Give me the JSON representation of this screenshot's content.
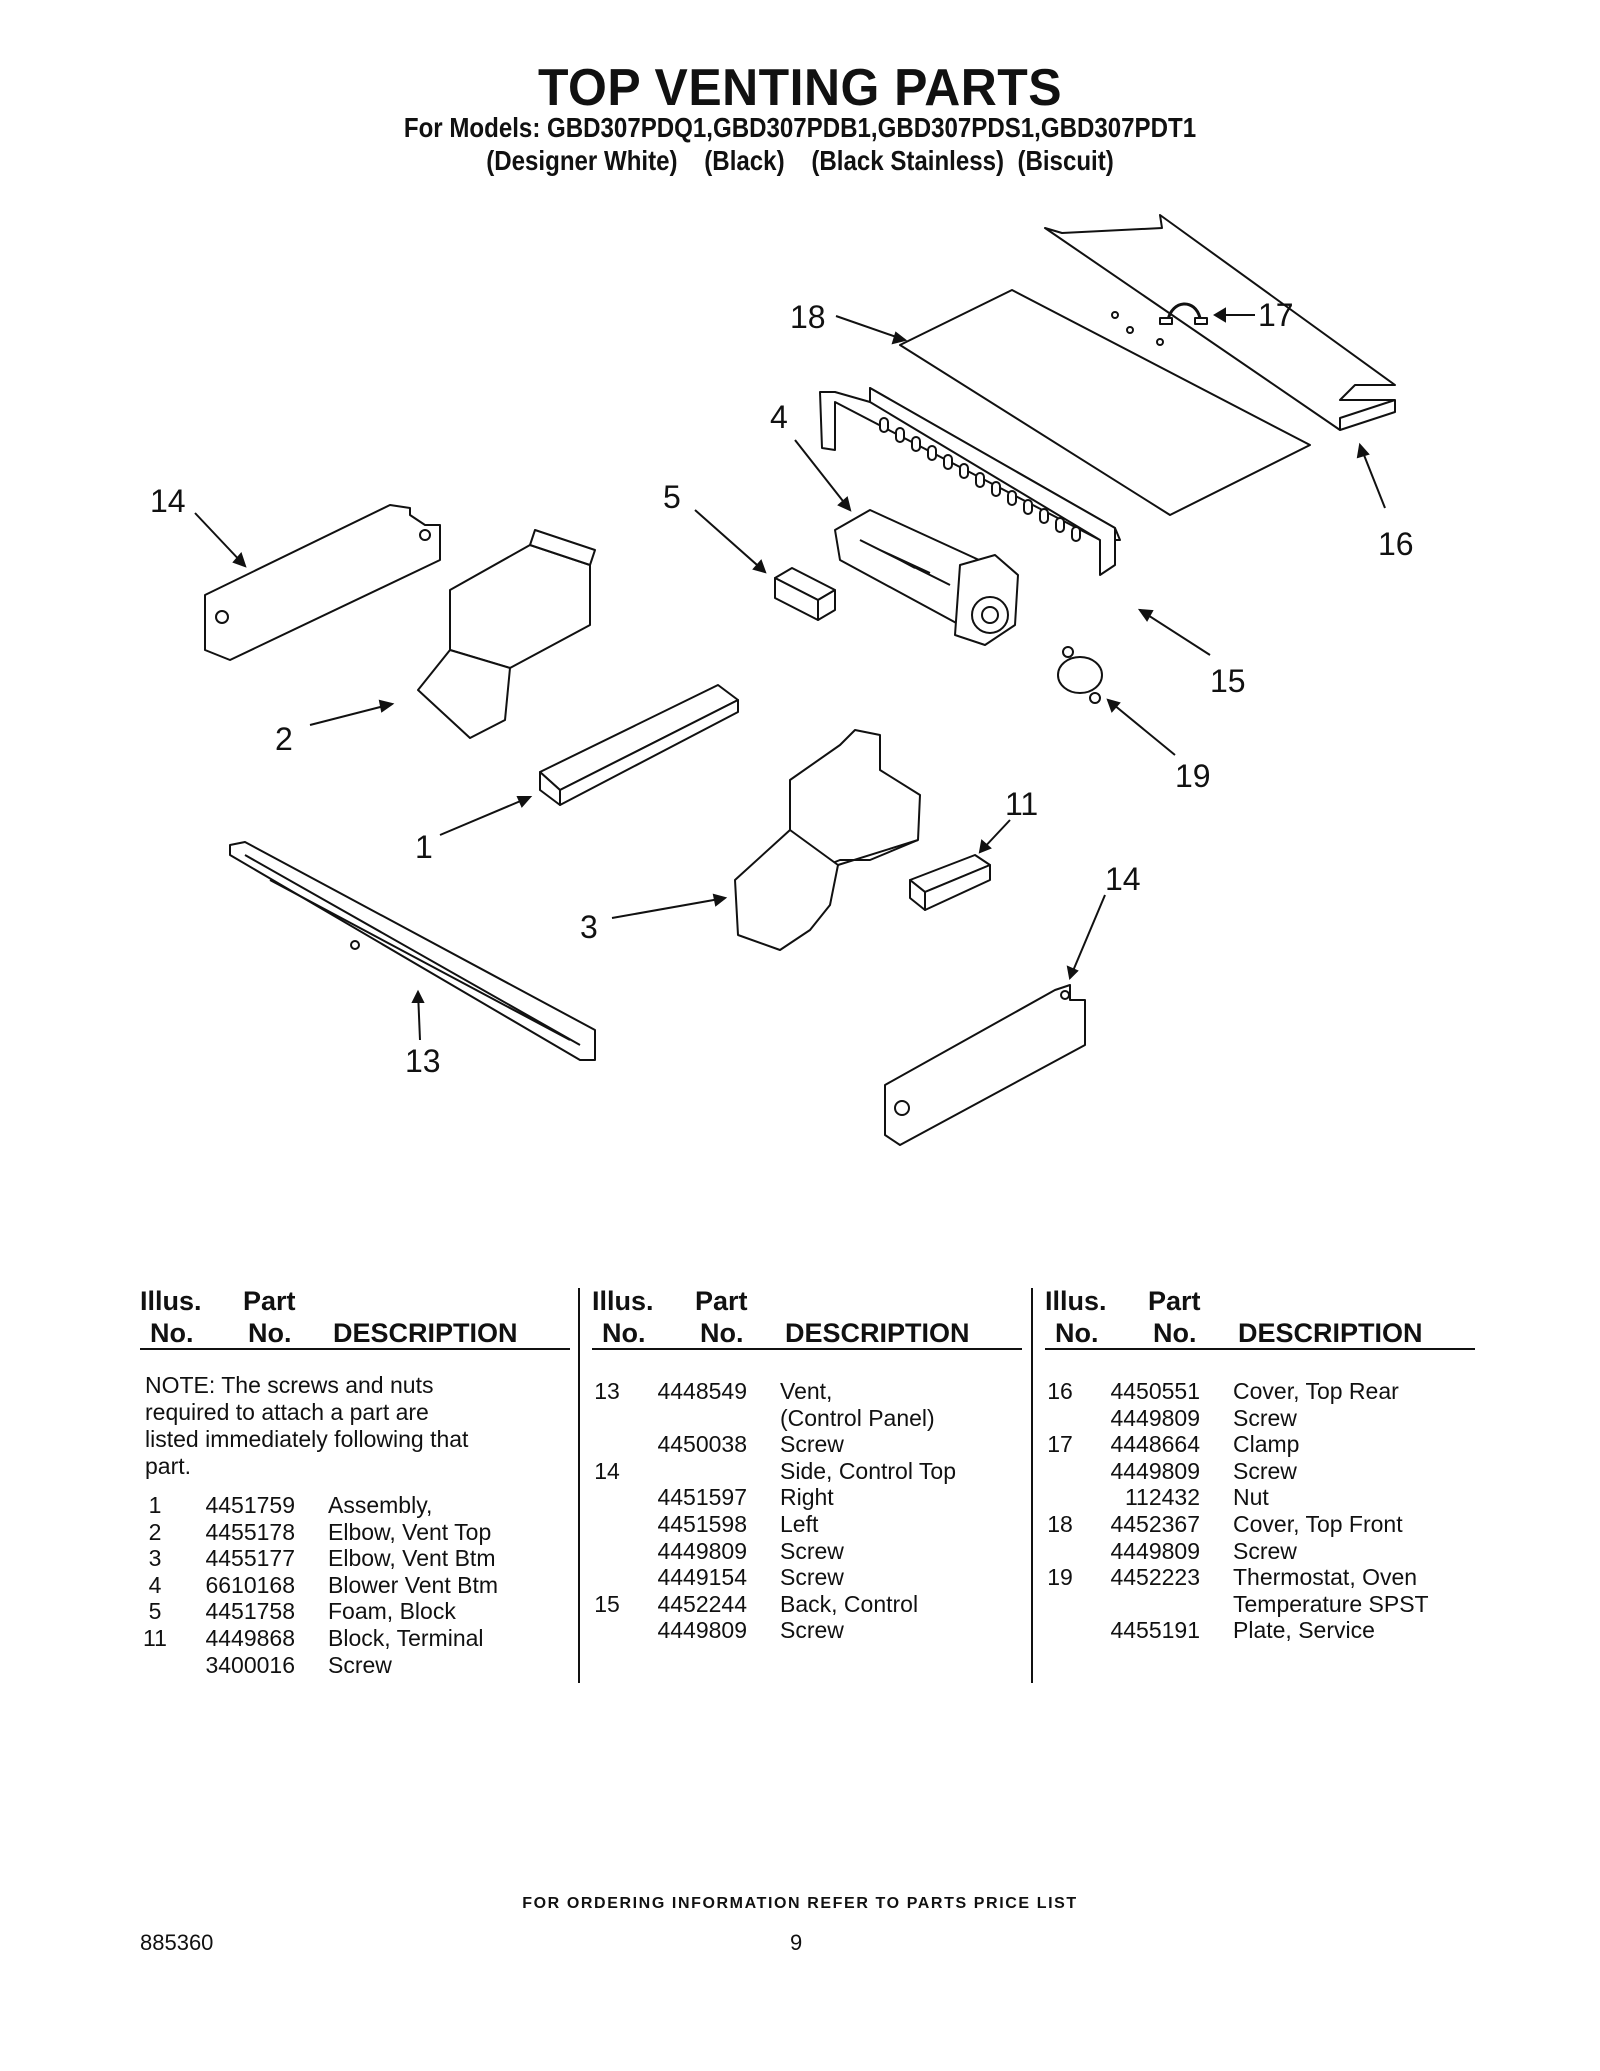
{
  "header": {
    "title": "TOP VENTING PARTS",
    "models": "For Models: GBD307PDQ1,GBD307PDB1,GBD307PDS1,GBD307PDT1",
    "finishes": "(Designer White)    (Black)    (Black Stainless)  (Biscuit)"
  },
  "diagram": {
    "callouts": [
      "18",
      "17",
      "4",
      "14",
      "5",
      "16",
      "15",
      "2",
      "19",
      "11",
      "1",
      "14",
      "3",
      "13"
    ]
  },
  "table": {
    "headers": {
      "illus": "Illus.",
      "no": "No.",
      "part": "Part",
      "part_no": "No.",
      "description": "DESCRIPTION"
    },
    "note": "NOTE: The screws and nuts required to attach a part are listed immediately following that part.",
    "columns": [
      [
        [
          "1",
          "4451759",
          "Assembly,"
        ],
        [
          "2",
          "4455178",
          "Elbow, Vent Top"
        ],
        [
          "3",
          "4455177",
          "Elbow, Vent Btm"
        ],
        [
          "4",
          "6610168",
          "Blower Vent Btm"
        ],
        [
          "5",
          "4451758",
          "Foam, Block"
        ],
        [
          "11",
          "4449868",
          "Block, Terminal"
        ],
        [
          "",
          "3400016",
          "Screw"
        ]
      ],
      [
        [
          "13",
          "4448549",
          "Vent,"
        ],
        [
          "",
          "",
          "(Control Panel)"
        ],
        [
          "",
          "4450038",
          "Screw"
        ],
        [
          "14",
          "",
          "Side, Control Top"
        ],
        [
          "",
          "4451597",
          "Right"
        ],
        [
          "",
          "4451598",
          "Left"
        ],
        [
          "",
          "4449809",
          "Screw"
        ],
        [
          "",
          "4449154",
          "Screw"
        ],
        [
          "15",
          "4452244",
          "Back, Control"
        ],
        [
          "",
          "4449809",
          "Screw"
        ]
      ],
      [
        [
          "16",
          "4450551",
          "Cover, Top Rear"
        ],
        [
          "",
          "4449809",
          "Screw"
        ],
        [
          "17",
          "4448664",
          "Clamp"
        ],
        [
          "",
          "4449809",
          "Screw"
        ],
        [
          "",
          "112432",
          "Nut"
        ],
        [
          "18",
          "4452367",
          "Cover, Top Front"
        ],
        [
          "",
          "4449809",
          "Screw"
        ],
        [
          "19",
          "4452223",
          "Thermostat, Oven"
        ],
        [
          "",
          "",
          "Temperature SPST"
        ],
        [
          "",
          "4455191",
          "Plate, Service"
        ]
      ]
    ]
  },
  "footer": {
    "ordering": "FOR ORDERING INFORMATION REFER TO PARTS PRICE LIST",
    "doc_number": "885360",
    "page": "9"
  }
}
